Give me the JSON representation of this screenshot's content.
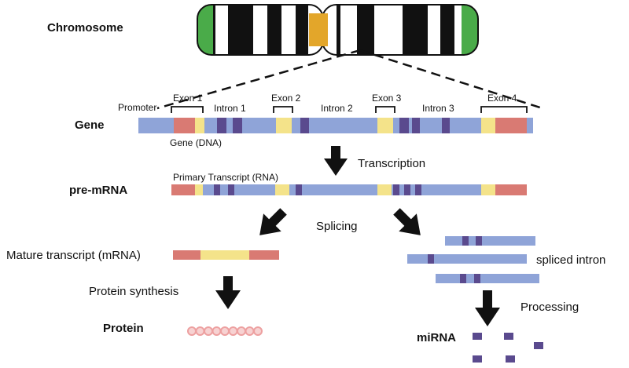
{
  "labels": {
    "chromosome": "Chromosome",
    "gene": "Gene",
    "promoter": "Promoter",
    "exon1": "Exon 1",
    "intron1": "Intron 1",
    "exon2": "Exon 2",
    "intron2": "Intron 2",
    "exon3": "Exon 3",
    "intron3": "Intron 3",
    "exon4": "Exon 4",
    "gene_dna": "Gene (DNA)",
    "transcription": "Transcription",
    "pre_mrna": "pre-mRNA",
    "primary_transcript": "Primary Transcript (RNA)",
    "splicing": "Splicing",
    "mature_transcript": "Mature transcript (mRNA)",
    "spliced_intron": "spliced intron",
    "protein_synthesis": "Protein synthesis",
    "processing": "Processing",
    "protein": "Protein",
    "mirna": "miRNA"
  },
  "colors": {
    "intron_blue": "#8fa4d8",
    "exon_yellow": "#f4e38a",
    "utr_red": "#d97a73",
    "mirna_purple": "#5a4a8e",
    "centromere": "#e3a62a",
    "telomere_green": "#4aab49",
    "band_black": "#111111",
    "protein_bead": "#eda0a0"
  },
  "protein_bead_count": 9,
  "mirna_fragment_count": 5
}
